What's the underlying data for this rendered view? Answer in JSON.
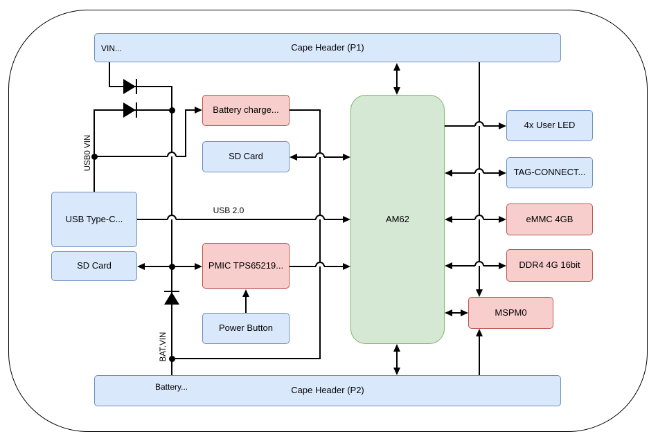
{
  "diagram": {
    "type": "block-diagram",
    "nodes": {
      "cape_header_p1": "Cape Header (P1)",
      "cape_header_p2": "Cape Header (P2)",
      "am62": "AM62",
      "battery_charger": "Battery charge...",
      "sd_card_mid": "SD Card",
      "pmic": "PMIC TPS65219...",
      "power_button": "Power Button",
      "usb_type_c": "USB Type-C...",
      "sd_card_left": "SD Card",
      "user_led": "4x User LED",
      "tag_connect": "TAG-CONNECT...",
      "emmc": "eMMC 4GB",
      "ddr4": "DDR4 4G 16bit",
      "mspm0": "MSPM0"
    },
    "wire_labels": {
      "vin": "VIN...",
      "battery": "Battery...",
      "usb2": "USB 2.0",
      "usb0_vin": "USB0 VIN",
      "bat_vin": "BAT.VIN"
    },
    "palette": {
      "blue_fill": "#dae8fc",
      "blue_stroke": "#6c8ebf",
      "red_fill": "#f8cecc",
      "red_stroke": "#b85450",
      "green_fill": "#d5e8d4",
      "green_stroke": "#82b366",
      "wire": "#000000",
      "background": "#ffffff"
    }
  }
}
